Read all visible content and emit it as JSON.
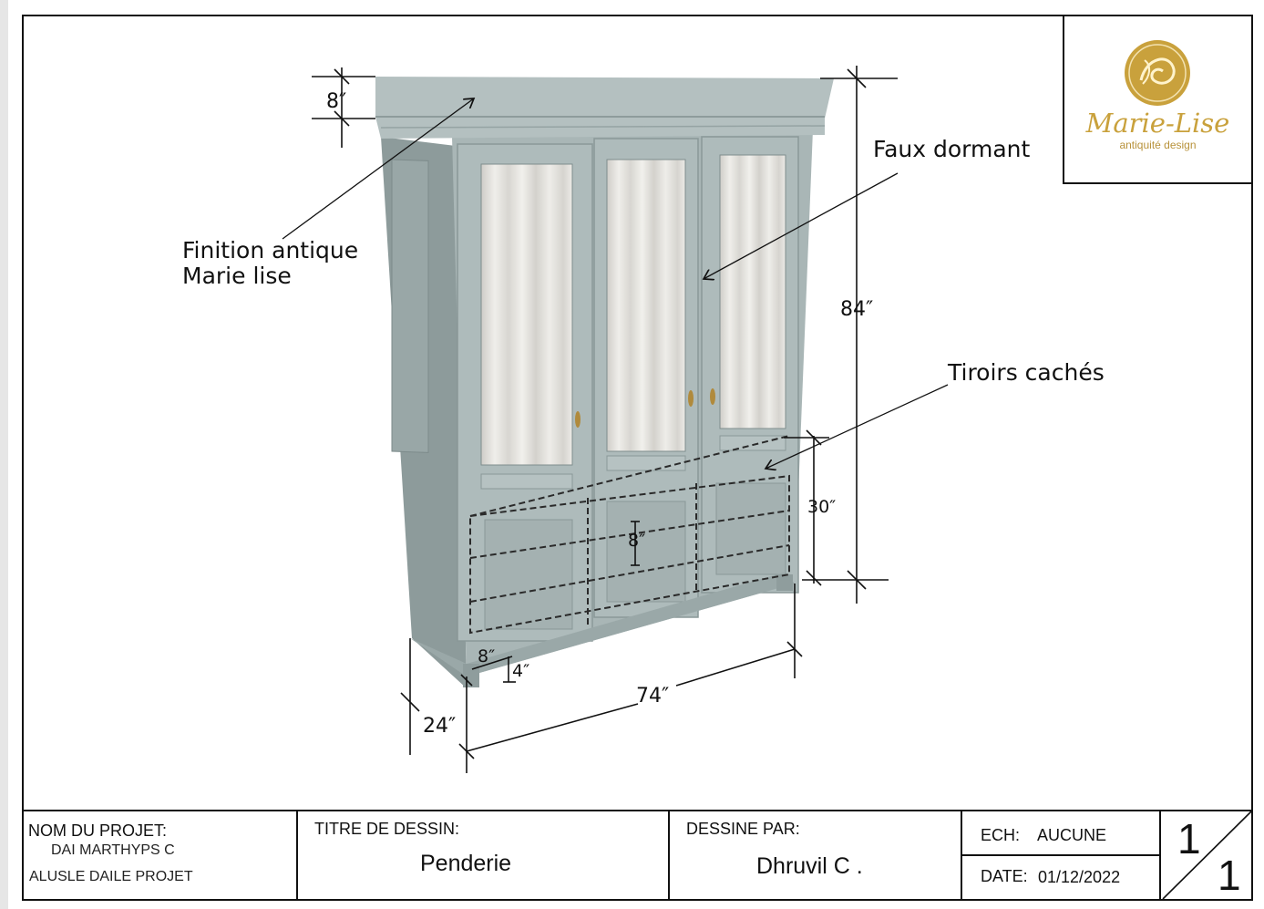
{
  "annotations": {
    "finish": "Finition antique\nMarie lise",
    "faux_dormant": "Faux dormant",
    "hidden_drawers": "Tiroirs cachés"
  },
  "dimensions": {
    "cornice": "8″",
    "height": "84″",
    "drawer_zone": "30″",
    "drawer_height": "8″",
    "foot_width": "8″",
    "foot_height": "4″",
    "width": "74″",
    "depth": "24″"
  },
  "logo": {
    "brand": "Marie-Lise",
    "tagline": "antiquité design",
    "gold": "#c9a13c"
  },
  "title_block": {
    "project_label": "NOM DU PROJET:",
    "project_value_line1": "DAI MARTHYPS C",
    "project_value_line2": "ALUSLE DAILE PROJET",
    "drawing_title_label": "TITRE DE DESSIN:",
    "drawing_title": "Penderie",
    "drawn_by_label": "DESSINE PAR:",
    "drawn_by": "Dhruvil C .",
    "scale_label": "ECH:",
    "scale_value": "AUCUNE",
    "date_label": "DATE:",
    "date_value": "01/12/2022",
    "sheet_number": "1",
    "sheet_total": "1"
  },
  "colors": {
    "cabinet": "#a9b6b6",
    "cabinet_dark": "#8e9c9c",
    "curtain": "#e4e2de"
  }
}
